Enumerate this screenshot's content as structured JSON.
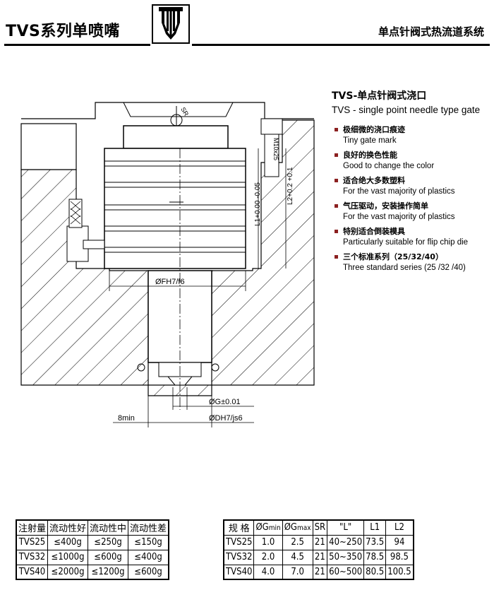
{
  "header": {
    "series_title": "TVS系列单喷嘴",
    "category": "单点针阀式热流道系统"
  },
  "drawing_labels": {
    "sr": "SR",
    "bolt": "M10x25",
    "l1": "L1+0.00 -0.05",
    "l2": "L2+0.2 +0.1",
    "fh": "ØFH7/f6",
    "g": "ØG±0.01",
    "dh": "ØDH7/js6",
    "min": "8min"
  },
  "feature_box": {
    "title_zh": "TVS-单点针阀式浇口",
    "title_en": "TVS - single point needle type gate",
    "items": [
      {
        "zh": "极细微的浇口痕迹",
        "en": "Tiny gate mark"
      },
      {
        "zh": "良好的换色性能",
        "en": "Good to change the color"
      },
      {
        "zh": "适合绝大多数塑料",
        "en": "For the vast majority of plastics"
      },
      {
        "zh": "气压驱动，安装操作简单",
        "en": "For the vast majority of plastics"
      },
      {
        "zh": "特别适合倒装模具",
        "en": "Particularly suitable for flip chip die"
      },
      {
        "zh": "三个标准系列（25/32/40）",
        "en": "Three standard series (25 /32 /40)"
      }
    ]
  },
  "flow_table": {
    "headers": [
      "注射量",
      "流动性好",
      "流动性中",
      "流动性差"
    ],
    "rows": [
      [
        "TVS25",
        "≤400g",
        "≤250g",
        "≤150g"
      ],
      [
        "TVS32",
        "≤1000g",
        "≤600g",
        "≤400g"
      ],
      [
        "TVS40",
        "≤2000g",
        "≤1200g",
        "≤600g"
      ]
    ]
  },
  "spec_table": {
    "headers": [
      "规 格",
      "ØG",
      "ØG",
      "SR",
      "\"L\"",
      "L1",
      "L2"
    ],
    "header_subs": [
      "",
      "min",
      "max",
      "",
      "",
      "",
      ""
    ],
    "rows": [
      [
        "TVS25",
        "1.0",
        "2.5",
        "21",
        "40~250",
        "73.5",
        "94"
      ],
      [
        "TVS32",
        "2.0",
        "4.5",
        "21",
        "50~350",
        "78.5",
        "98.5"
      ],
      [
        "TVS40",
        "4.0",
        "7.0",
        "21",
        "60~500",
        "80.5",
        "100.5"
      ]
    ]
  }
}
